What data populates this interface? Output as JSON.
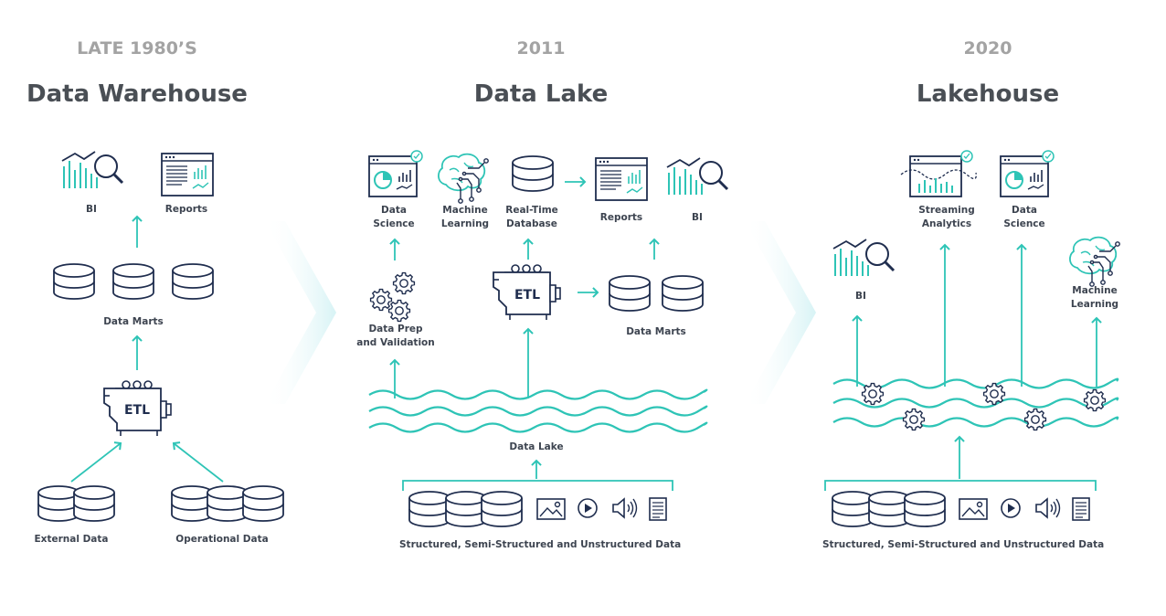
{
  "columns": [
    {
      "era": "LATE 1980’S",
      "title": "Data Warehouse",
      "labels": {
        "bi": "BI",
        "reports": "Reports",
        "data_marts": "Data Marts",
        "etl": "ETL",
        "external_data": "External Data",
        "operational_data": "Operational Data"
      }
    },
    {
      "era": "2011",
      "title": "Data Lake",
      "labels": {
        "data_science": "Data\nScience",
        "machine_learning": "Machine\nLearning",
        "realtime_database": "Real-Time\nDatabase",
        "reports": "Reports",
        "bi": "BI",
        "data_prep": "Data Prep\nand Validation",
        "etl": "ETL",
        "data_marts": "Data Marts",
        "data_lake": "Data Lake",
        "sources": "Structured, Semi-Structured and Unstructured Data"
      }
    },
    {
      "era": "2020",
      "title": "Lakehouse",
      "labels": {
        "streaming_analytics": "Streaming\nAnalytics",
        "data_science": "Data\nScience",
        "bi": "BI",
        "machine_learning": "Machine\nLearning",
        "sources": "Structured, Semi-Structured and Unstructured Data"
      }
    }
  ],
  "colors": {
    "accent": "#2ec4b6",
    "navy": "#1f2d4e",
    "title": "#4a4f55",
    "era": "#a3a3a3",
    "chevron": "#dff5f6"
  },
  "icons": [
    "magnifier-chart-icon",
    "report-window-icon",
    "database-icon",
    "etl-machine-icon",
    "brain-circuit-icon",
    "gear-icon",
    "image-icon",
    "play-icon",
    "speaker-icon",
    "document-icon",
    "wave-icon"
  ]
}
